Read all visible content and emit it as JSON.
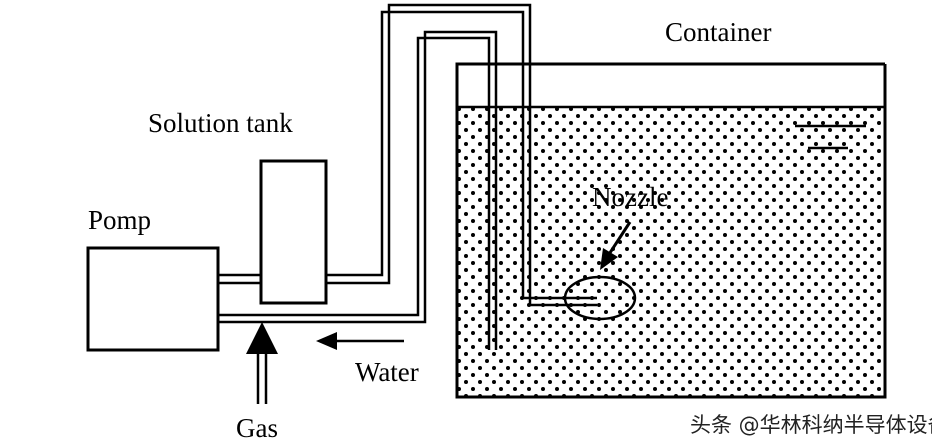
{
  "labels": {
    "container": "Container",
    "solution_tank": "Solution tank",
    "pump": "Pomp",
    "nozzle": "Nozzle",
    "water": "Water",
    "gas": "Gas"
  },
  "watermark": "头条 @华林科纳半导体设备"
}
